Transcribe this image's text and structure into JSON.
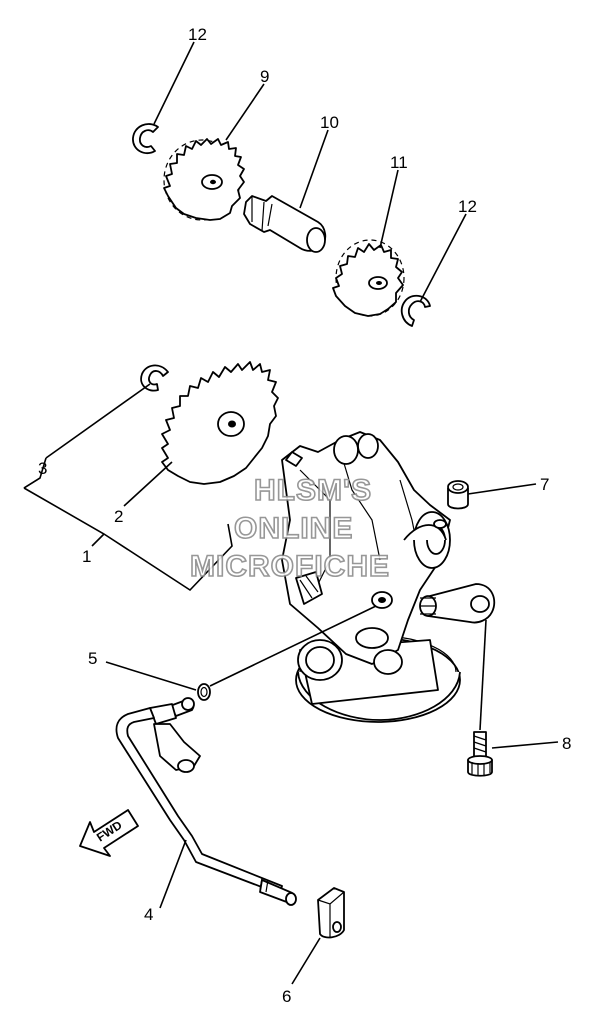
{
  "callouts": [
    {
      "id": "c12a",
      "label": "12"
    },
    {
      "id": "c9",
      "label": "9"
    },
    {
      "id": "c10",
      "label": "10"
    },
    {
      "id": "c11",
      "label": "11"
    },
    {
      "id": "c12b",
      "label": "12"
    },
    {
      "id": "c3",
      "label": "3"
    },
    {
      "id": "c2",
      "label": "2"
    },
    {
      "id": "c1",
      "label": "1"
    },
    {
      "id": "c7",
      "label": "7"
    },
    {
      "id": "c5",
      "label": "5"
    },
    {
      "id": "c8",
      "label": "8"
    },
    {
      "id": "c4",
      "label": "4"
    },
    {
      "id": "c6",
      "label": "6"
    }
  ],
  "watermark": {
    "line1": "HLSM'S",
    "line2": "ONLINE",
    "line3": "MICROFICHE"
  },
  "direction_arrow": {
    "label": "FWD",
    "icon": "arrow-left-icon"
  }
}
